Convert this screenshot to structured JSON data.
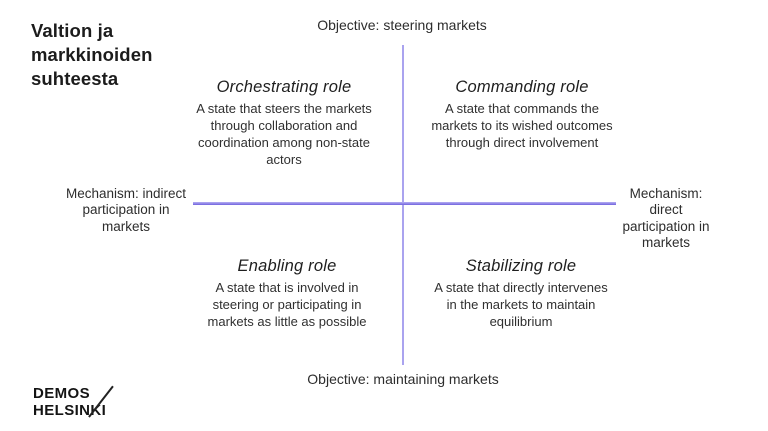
{
  "title": {
    "lines": [
      "Valtion ja",
      "markkinoiden",
      "suhteesta"
    ]
  },
  "axes": {
    "top_label": "Objective: steering markets",
    "bottom_label": "Objective: maintaining markets",
    "left_label_lines": [
      "Mechanism: indirect",
      "participation in",
      "markets"
    ],
    "right_label_lines": [
      "Mechanism: direct",
      "participation in",
      "markets"
    ],
    "vertical_line_color": "#aaa3ef",
    "horizontal_line_color": "#7164de"
  },
  "quadrants": {
    "top_left": {
      "title": "Orchestrating role",
      "lines": [
        "A state that steers the markets",
        "through collaboration and",
        "coordination among non-state",
        "actors"
      ]
    },
    "top_right": {
      "title": "Commanding role",
      "lines": [
        "A state that commands the",
        "markets to its wished outcomes",
        "through direct involvement"
      ]
    },
    "bottom_left": {
      "title": "Enabling role",
      "lines": [
        "A state that is involved in",
        "steering or participating in",
        "markets as little as possible"
      ]
    },
    "bottom_right": {
      "title": "Stabilizing role",
      "lines": [
        "A state that directly intervenes",
        "in the markets to maintain",
        "equilibrium"
      ]
    }
  },
  "logo": {
    "line1": "DEMOS",
    "line2": "HELSINKI"
  }
}
